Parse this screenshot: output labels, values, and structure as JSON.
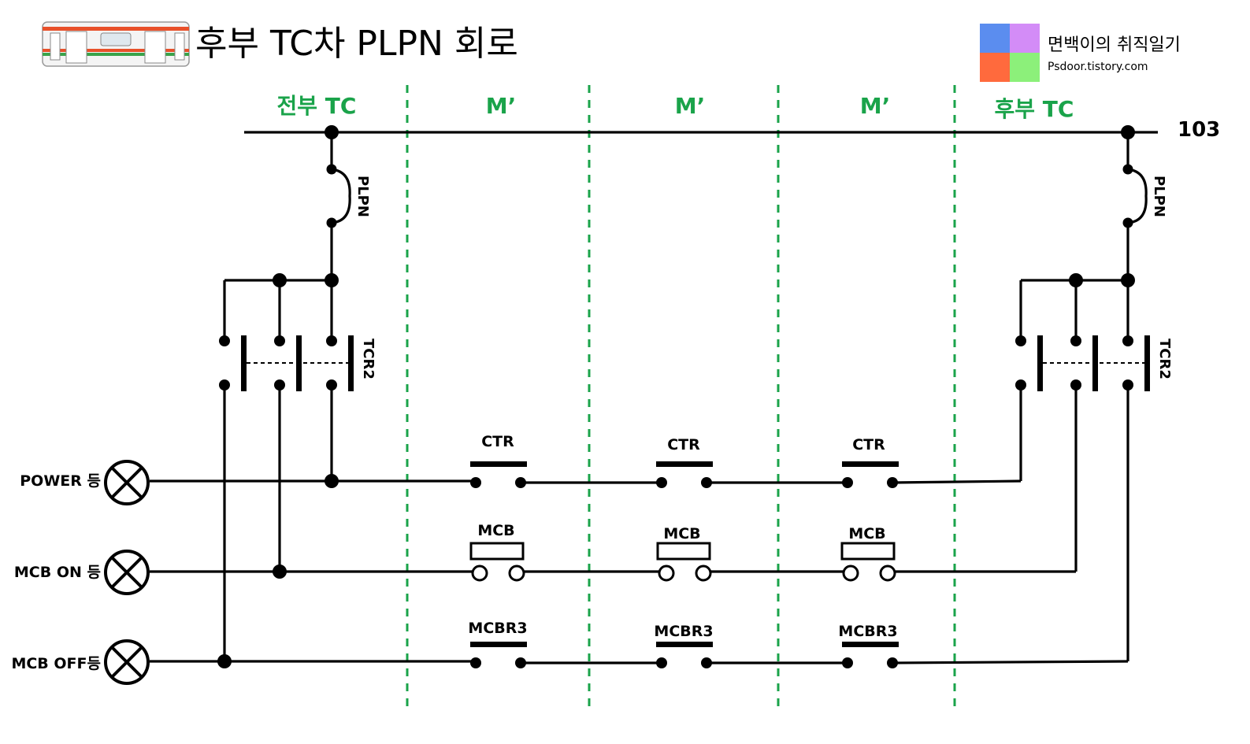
{
  "title": "후부 TC차 PLPN 회로",
  "brand": {
    "name": "면백이의 취직일기",
    "site": "Psdoor.tistory.com",
    "colors": [
      "#5b8def",
      "#d38cf7",
      "#ff6a3d",
      "#8cf07a"
    ]
  },
  "sections": [
    "전부 TC",
    "M’",
    "M’",
    "M’",
    "후부 TC"
  ],
  "wire_number": "103",
  "lamps": [
    "POWER 등",
    "MCB ON 등",
    "MCB OFF등"
  ],
  "contacts": {
    "ctr": [
      "CTR",
      "CTR",
      "CTR"
    ],
    "mcb": [
      "MCB",
      "MCB",
      "MCB"
    ],
    "mcbr3": [
      "MCBR3",
      "MCBR3",
      "MCBR3"
    ]
  },
  "breaker_label": "PLPN",
  "relay_label": "TCR2",
  "colors": {
    "section_divider": "#1aa34a",
    "section_label": "#1aa34a"
  }
}
